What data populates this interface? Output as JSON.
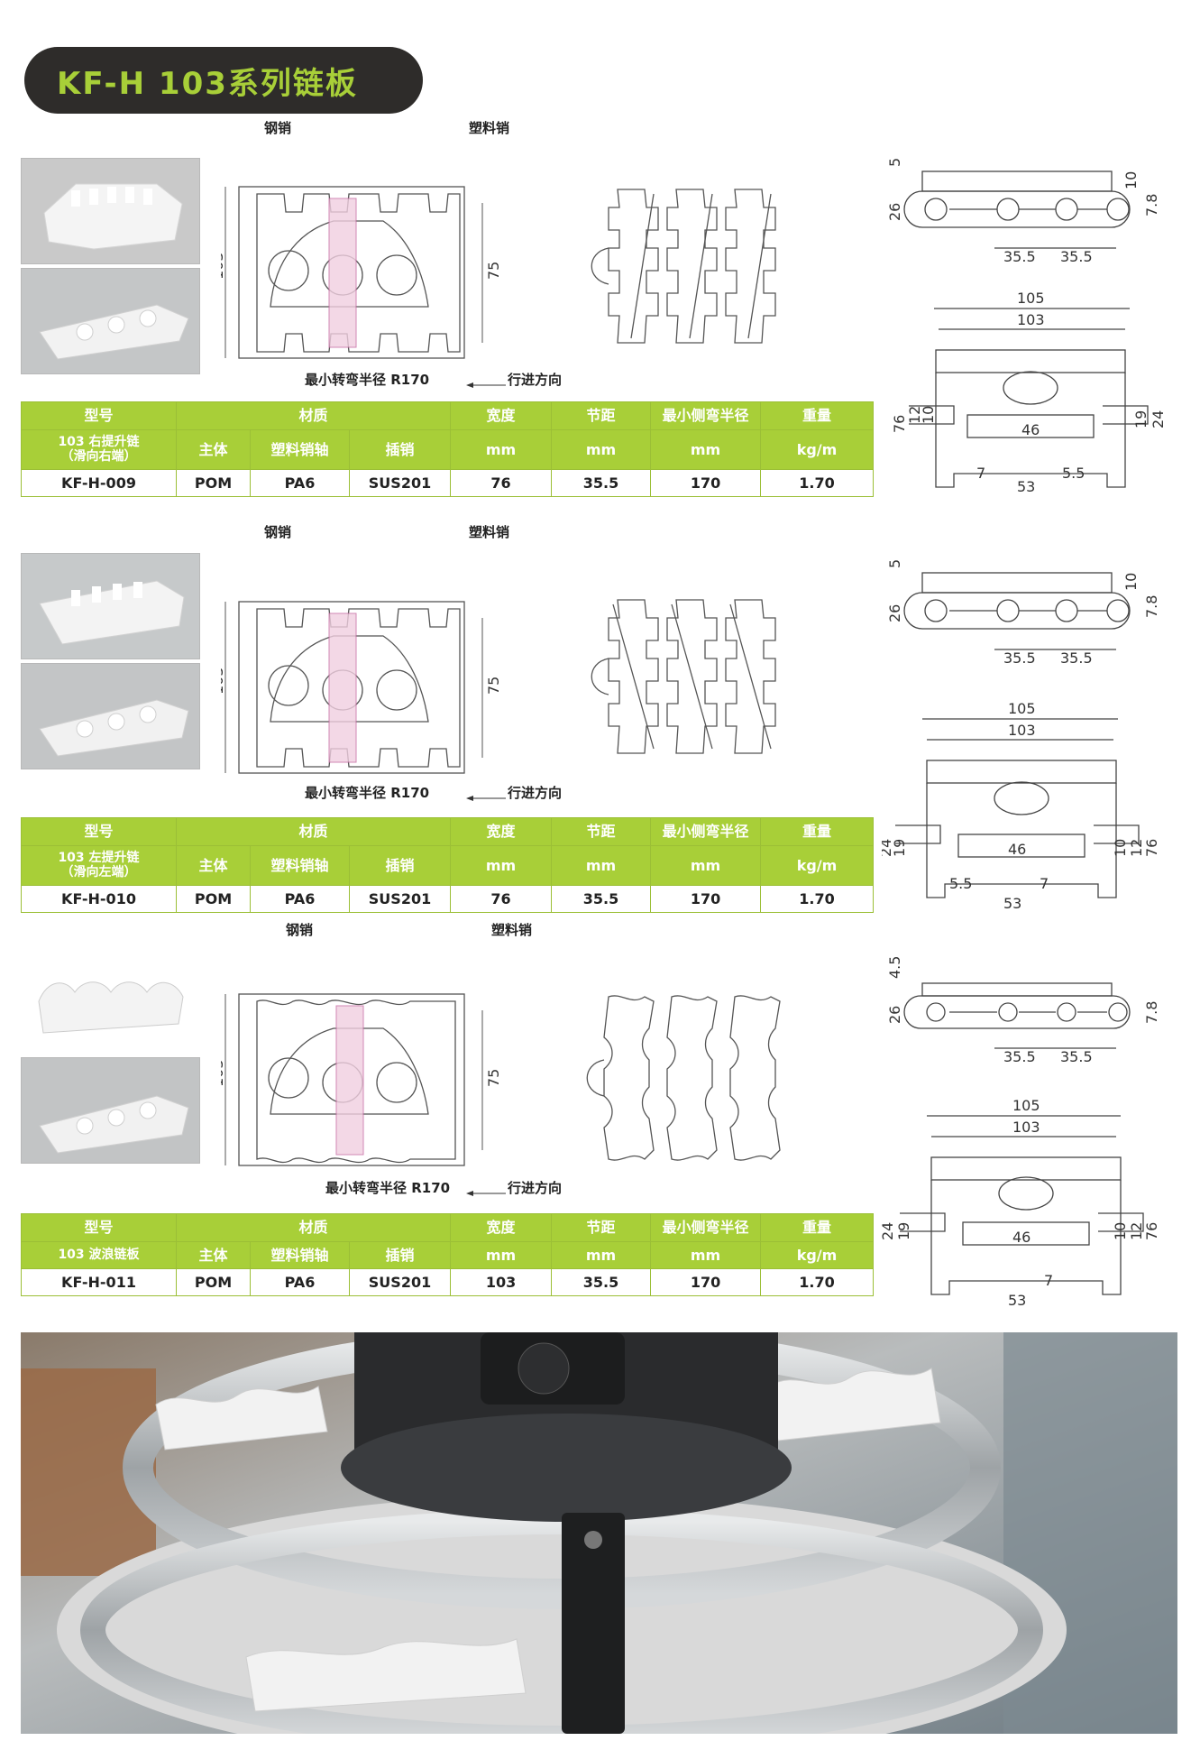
{
  "title": "KF-H 103系列链板",
  "sections": [
    {
      "callout_steel": "钢销",
      "callout_plastic": "塑料销",
      "radius_label": "最小转弯半径 R170",
      "direction_label": "行进方向",
      "dim_h": "103",
      "dim_inner": "75",
      "side_dims": {
        "top": "5",
        "height": "26",
        "right1": "10",
        "right2": "7.8",
        "p1": "35.5",
        "p2": "35.5"
      },
      "cross_dims": {
        "w1": "105",
        "w2": "103",
        "h": "76",
        "a": "12",
        "b": "10",
        "c": "19",
        "d": "24",
        "center": "46",
        "bottom": "53",
        "s1": "7",
        "s2": "5.5"
      },
      "table": {
        "headers": [
          "型号",
          "材质",
          "宽度",
          "节距",
          "最小侧弯半径",
          "重量"
        ],
        "model_sub": "103 右提升链\n（滑向右端）",
        "sub_labels": [
          "主体",
          "塑料销轴",
          "插销",
          "mm",
          "mm",
          "mm",
          "kg/m"
        ],
        "values": [
          "KF-H-009",
          "POM",
          "PA6",
          "SUS201",
          "76",
          "35.5",
          "170",
          "1.70"
        ]
      }
    },
    {
      "callout_steel": "钢销",
      "callout_plastic": "塑料销",
      "radius_label": "最小转弯半径 R170",
      "direction_label": "行进方向",
      "dim_h": "103",
      "dim_inner": "75",
      "side_dims": {
        "top": "5",
        "height": "26",
        "right1": "10",
        "right2": "7.8",
        "p1": "35.5",
        "p2": "35.5"
      },
      "cross_dims": {
        "w1": "105",
        "w2": "103",
        "h": "76",
        "a": "12",
        "b": "10",
        "c": "19",
        "d": "24",
        "center": "46",
        "bottom": "53",
        "s1": "7",
        "s2": "5.5"
      },
      "table": {
        "headers": [
          "型号",
          "材质",
          "宽度",
          "节距",
          "最小侧弯半径",
          "重量"
        ],
        "model_sub": "103 左提升链\n（滑向左端）",
        "sub_labels": [
          "主体",
          "塑料销轴",
          "插销",
          "mm",
          "mm",
          "mm",
          "kg/m"
        ],
        "values": [
          "KF-H-010",
          "POM",
          "PA6",
          "SUS201",
          "76",
          "35.5",
          "170",
          "1.70"
        ]
      }
    },
    {
      "callout_steel": "钢销",
      "callout_plastic": "塑料销",
      "radius_label": "最小转弯半径 R170",
      "direction_label": "行进方向",
      "dim_h": "103",
      "dim_inner": "75",
      "side_dims": {
        "top": "4.5",
        "height": "26",
        "right1": "",
        "right2": "7.8",
        "p1": "35.5",
        "p2": "35.5"
      },
      "cross_dims": {
        "w1": "105",
        "w2": "103",
        "h": "76",
        "a": "12",
        "b": "10",
        "c": "19",
        "d": "24",
        "center": "46",
        "bottom": "53",
        "s1": "7",
        "s2": ""
      },
      "table": {
        "headers": [
          "型号",
          "材质",
          "宽度",
          "节距",
          "最小侧弯半径",
          "重量"
        ],
        "model_sub": "103 波浪链板",
        "sub_labels": [
          "主体",
          "塑料销轴",
          "插销",
          "mm",
          "mm",
          "mm",
          "kg/m"
        ],
        "values": [
          "KF-H-011",
          "POM",
          "PA6",
          "SUS201",
          "103",
          "35.5",
          "170",
          "1.70"
        ]
      }
    }
  ],
  "colors": {
    "accent": "#a8cf38",
    "banner": "#2e2c2a"
  }
}
